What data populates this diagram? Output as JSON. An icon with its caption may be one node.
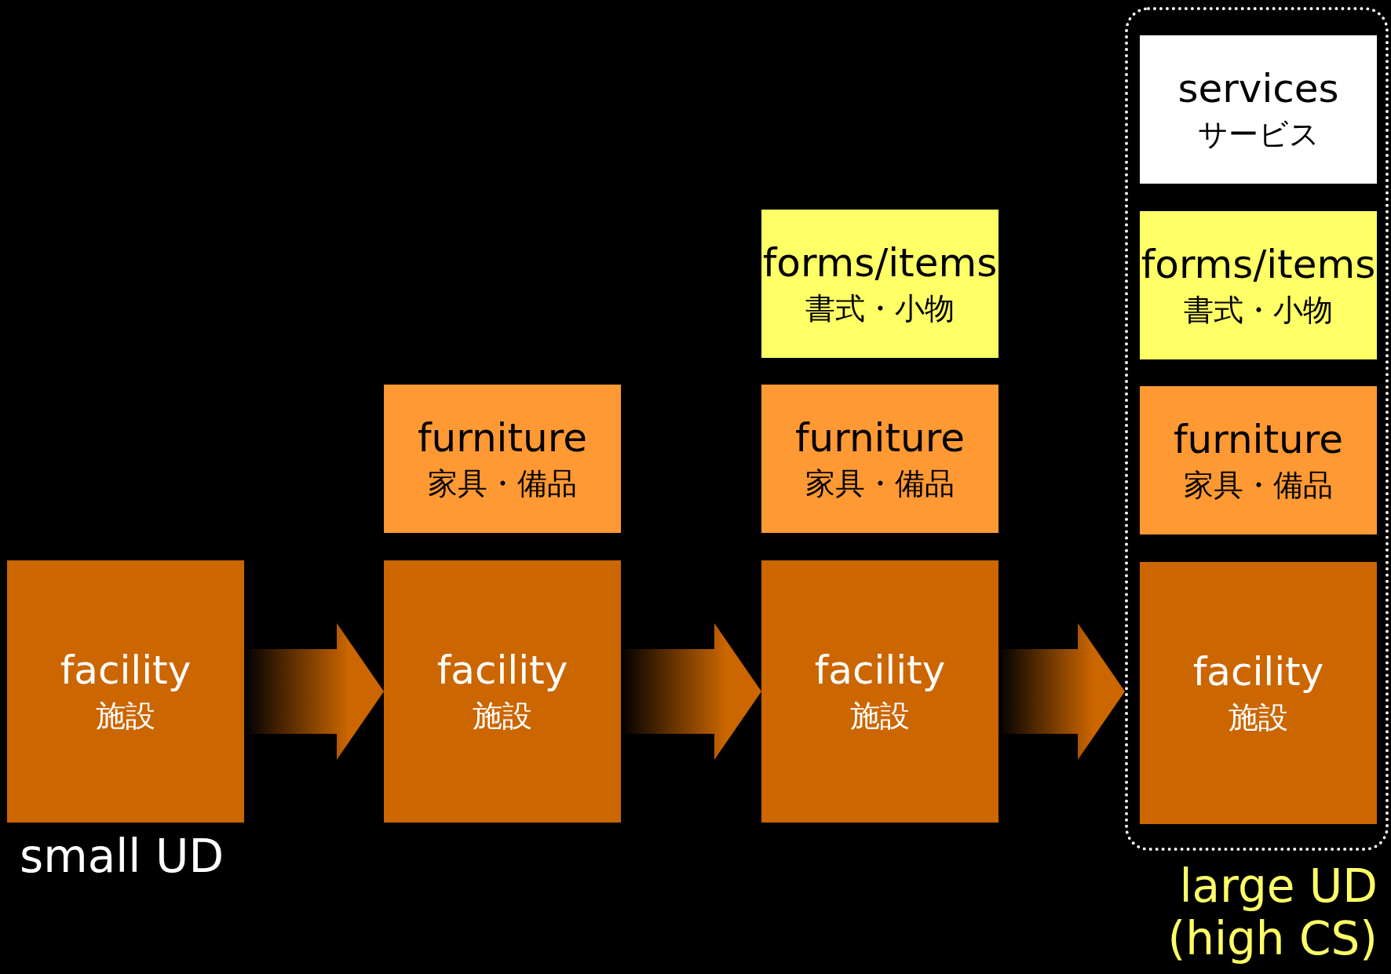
{
  "diagram": {
    "nodes": [
      {
        "text": [
          "facility",
          "施設"
        ],
        "beside": [
          "small UD"
        ]
      },
      {
        "text": [
          "furniture",
          "家具・備品"
        ]
      },
      {
        "text": [
          "facility",
          "施設"
        ]
      },
      {
        "text": [
          "forms/items",
          "書式・小物"
        ]
      },
      {
        "text": [
          "furniture",
          "家具・備品"
        ]
      },
      {
        "text": [
          "facility",
          "施設"
        ]
      },
      {
        "text": [],
        "shape": "box",
        "beside": [
          "large UD (high CS)"
        ]
      },
      {
        "text": [
          "services",
          "サービス"
        ],
        "in": 6
      },
      {
        "text": [
          "forms/items",
          "書式・小物"
        ],
        "in": 6
      },
      {
        "text": [
          "furniture",
          "家具・備品"
        ],
        "in": 6
      },
      {
        "text": [
          "facility",
          "施設"
        ],
        "in": 6
      }
    ],
    "edges": [
      {
        "from": 0,
        "to": 2,
        "arrow": "to"
      },
      {
        "from": 2,
        "to": 5,
        "arrow": "to"
      },
      {
        "from": 5,
        "to": 6,
        "arrow": "to"
      }
    ]
  }
}
